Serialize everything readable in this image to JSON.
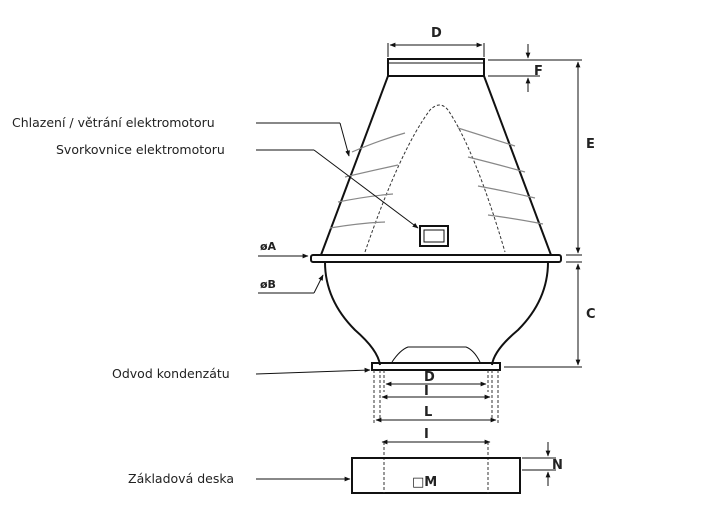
{
  "callouts": {
    "cooling": "Chlazení / větrání elektromotoru",
    "terminal_box": "Svorkovnice elektromotoru",
    "condensate": "Odvod kondenzátu",
    "base_plate": "Základová deska"
  },
  "dimensions": {
    "D_top": "D",
    "F": "F",
    "E": "E",
    "A": "øA",
    "B": "øB",
    "C": "C",
    "D_outlet": "D",
    "I_outlet": "I",
    "L": "L",
    "I_base": "I",
    "N": "N",
    "M": "□M"
  }
}
